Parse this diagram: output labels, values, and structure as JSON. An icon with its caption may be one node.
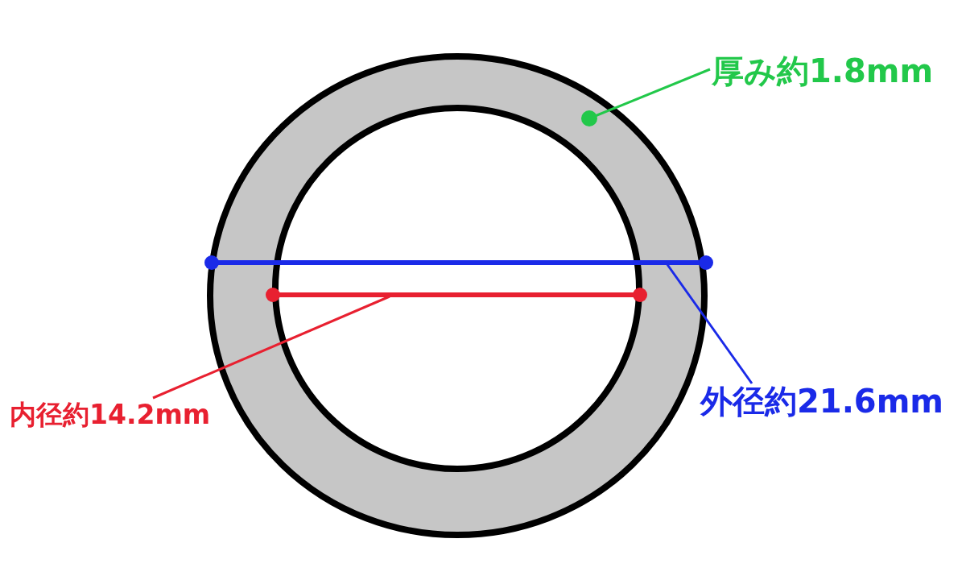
{
  "diagram": {
    "nodes": [
      {
        "text": [
          "厚み約1.8mm"
        ]
      },
      {
        "text": [],
        "shape": "circle"
      },
      {
        "text": [
          "外径約21.6mm"
        ]
      },
      {
        "text": [
          "内径約14.2mm"
        ]
      },
      {
        "text": [],
        "shape": "line",
        "in": 1
      },
      {
        "text": [],
        "shape": "line",
        "in": 1
      }
    ],
    "edges": [
      {
        "from": 0,
        "to": 1,
        "arrow": "other",
        "color": "#22c84a"
      },
      {
        "from": 2,
        "to": 4,
        "arrow": "none",
        "color": "#1a2ae8"
      },
      {
        "from": 3,
        "to": 5,
        "arrow": "none",
        "color": "#e82030"
      }
    ]
  }
}
